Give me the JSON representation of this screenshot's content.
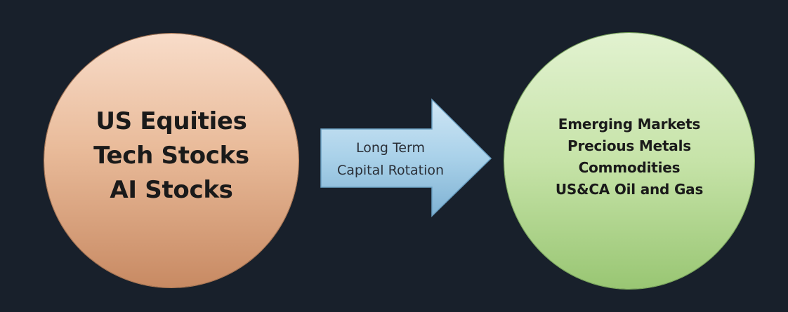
{
  "diagram": {
    "background_color": "#18202b",
    "source": {
      "lines": [
        "US Equities",
        "Tech Stocks",
        "AI Stocks"
      ],
      "fill_color": "#e9bb9a"
    },
    "connector": {
      "lines": [
        "Long Term",
        "Capital Rotation"
      ],
      "fill_color": "#a9d1e9",
      "icon": "right-arrow-icon"
    },
    "target": {
      "lines": [
        "Emerging Markets",
        "Precious Metals",
        "Commodities",
        "US&CA Oil and Gas"
      ],
      "fill_color": "#c6e3a8"
    }
  }
}
